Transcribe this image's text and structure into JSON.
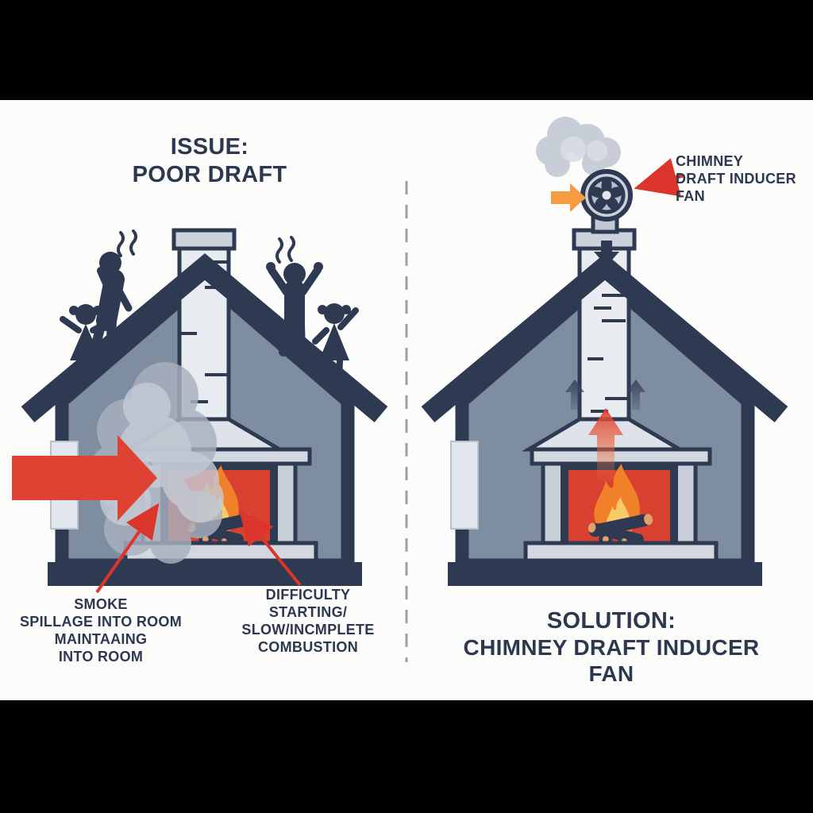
{
  "panels": {
    "left": {
      "title": {
        "line1": "ISSUE:",
        "line2": "POOR DRAFT"
      },
      "smoke_label": {
        "lines": [
          "SMOKE",
          "SPILLAGE INTO ROOM",
          "MAINTAAING",
          "INTO ROOM"
        ]
      },
      "difficulty_label": {
        "lines": [
          "DIFFICULTY",
          "STARTING/",
          "SLOW/INCMPLETE",
          "COMBUSTION"
        ]
      }
    },
    "right": {
      "fan_label": {
        "lines": [
          "CHIMNEY",
          "DRAFT INDUCER",
          "FAN"
        ]
      },
      "title": {
        "line1": "SOLUTION:",
        "line2": "CHIMNEY DRAFT INDUCER FAN"
      }
    }
  },
  "icons": [
    "fan-icon",
    "smoke-cloud-icon",
    "flame-icon",
    "log-icon",
    "big-red-arrow-icon",
    "orange-arrow-icon",
    "up-draft-arrow-icon",
    "down-arrow-icon",
    "person-distressed-icon",
    "person-arms-up-icon",
    "girl-pigtails-icon"
  ],
  "colors": {
    "text_navy": "#2b3850",
    "outline_navy": "#2e3a52",
    "wall_blue_gray": "#7f8da0",
    "structure_light": "#d6dbe2",
    "chimney_light": "#e8ebf0",
    "smoke_gray": "#a9b1bf",
    "smoke_light": "#c6ccd6",
    "fire_red": "#d8402f",
    "flame_orange": "#f0802a",
    "flame_yellow": "#f9ca6a",
    "log_end_tan": "#e2a06b",
    "accent_red": "#df4132",
    "accent_orange": "#f49c3f",
    "divider_gray": "#98a0ad",
    "background_black": "#000000",
    "paper_white": "#fcfcfb"
  }
}
